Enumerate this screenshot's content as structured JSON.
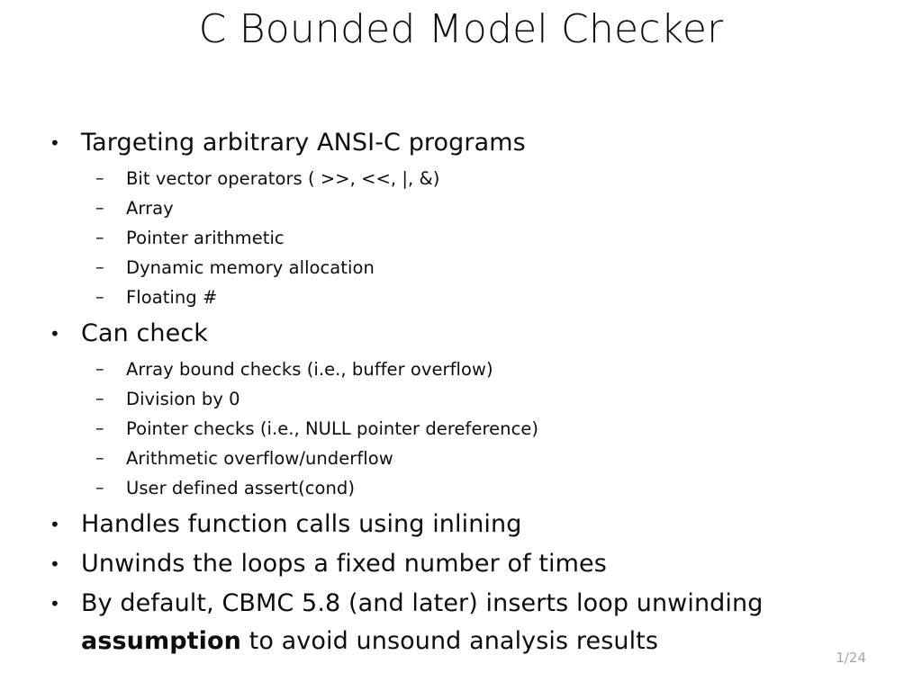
{
  "slide": {
    "title": "C Bounded Model Checker",
    "page_indicator": "1/24",
    "background_color": "#ffffff",
    "text_color": "#0d0d0d",
    "page_number_color": "#a6a6a6",
    "bullet_marker": "•",
    "sub_bullet_marker": "–",
    "content": [
      {
        "level": 1,
        "text": "Targeting arbitrary ANSI-C programs",
        "children": [
          {
            "level": 2,
            "text": "Bit vector operators ( >>, <<, |, &)"
          },
          {
            "level": 2,
            "text": "Array"
          },
          {
            "level": 2,
            "text": "Pointer arithmetic"
          },
          {
            "level": 2,
            "text": "Dynamic memory allocation"
          },
          {
            "level": 2,
            "text": "Floating #"
          }
        ]
      },
      {
        "level": 1,
        "text": "Can check",
        "children": [
          {
            "level": 2,
            "text": "Array bound checks (i.e., buffer overflow)"
          },
          {
            "level": 2,
            "text": "Division by 0"
          },
          {
            "level": 2,
            "text": "Pointer checks (i.e., NULL pointer dereference)"
          },
          {
            "level": 2,
            "text": "Arithmetic overflow/underflow"
          },
          {
            "level": 2,
            "text": "User defined assert(cond)"
          }
        ]
      },
      {
        "level": 1,
        "text": "Handles function calls using inlining",
        "children": []
      },
      {
        "level": 1,
        "text": "Unwinds the loops a fixed number of times",
        "children": []
      },
      {
        "level": 1,
        "text_segments": [
          {
            "text": "By default, CBMC 5.8 (and later) inserts loop unwinding ",
            "bold": false
          },
          {
            "text": "assumption",
            "bold": true
          },
          {
            "text": " to avoid unsound analysis results",
            "bold": false
          }
        ],
        "children": []
      }
    ]
  }
}
